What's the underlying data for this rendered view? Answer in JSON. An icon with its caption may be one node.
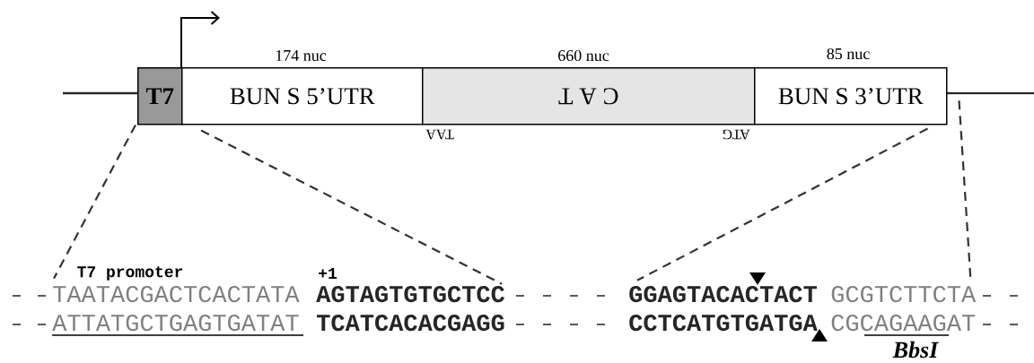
{
  "diagram": {
    "nodes": [
      {
        "text": [
          "T7"
        ]
      },
      {
        "text": [
          "BUN S 5’UTR"
        ],
        "beside": [
          "174 nuc"
        ]
      },
      {
        "text": [
          "C A T"
        ],
        "beside": [
          "660 nuc"
        ]
      },
      {
        "text": [
          "BUN S 3’UTR"
        ],
        "beside": [
          "85 nuc"
        ]
      },
      {
        "text": [
          "TAATACGACTCACTATA"
        ]
      },
      {
        "text": [
          "AGTAGTGTGCTCC"
        ]
      },
      {
        "text": [
          "GGAGTACACTACT"
        ]
      },
      {
        "text": [
          "GCGTCTTCTA"
        ]
      }
    ],
    "edges": [
      {
        "from": 0,
        "to": 4,
        "arrow": "none",
        "style": "dashed"
      },
      {
        "from": 1,
        "to": 5,
        "arrow": "none",
        "style": "dashed"
      },
      {
        "from": 3,
        "to": 6,
        "arrow": "none",
        "style": "dashed"
      },
      {
        "from": 3,
        "to": 7,
        "arrow": "none",
        "style": "dashed"
      }
    ],
    "labels": [
      "TAA",
      "ATG",
      "T7 promoter",
      "+1",
      "ATTATGCTGAGTGATAT",
      "TCATCACACGAGG",
      "CCTCATGTGATGA",
      "CGCAGAAGAT",
      "BbsI"
    ]
  }
}
